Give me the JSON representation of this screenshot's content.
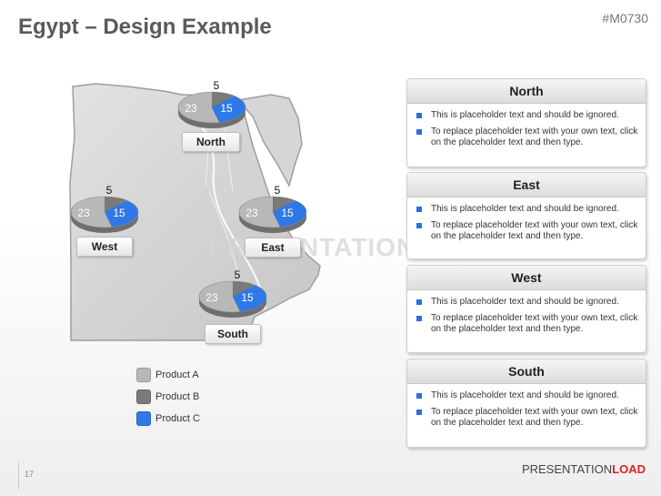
{
  "title": "Egypt – Design Example",
  "code": "#M0730",
  "watermark": "PRESENTATIONLOAD",
  "colors": {
    "product_a": "#b8b8b8",
    "product_b": "#7a7a7a",
    "product_c": "#2f78e8",
    "bullet": "#2e6fd8",
    "brand_accent": "#dd2222"
  },
  "map": {
    "regions": [
      {
        "name": "North",
        "product_a": "23",
        "product_b": "5",
        "product_c": "15"
      },
      {
        "name": "West",
        "product_a": "23",
        "product_b": "5",
        "product_c": "15"
      },
      {
        "name": "East",
        "product_a": "23",
        "product_b": "5",
        "product_c": "15"
      },
      {
        "name": "South",
        "product_a": "23",
        "product_b": "5",
        "product_c": "15"
      }
    ]
  },
  "legend": [
    {
      "label": "Product A"
    },
    {
      "label": "Product B"
    },
    {
      "label": "Product C"
    }
  ],
  "boxes": [
    {
      "title": "North",
      "bullets": [
        "This is placeholder text and should be ignored.",
        "To replace placeholder text with your own text, click on the placeholder text and then type."
      ]
    },
    {
      "title": "East",
      "bullets": [
        "This is placeholder text and should be ignored.",
        "To replace placeholder text with your own text, click on the placeholder text and then type."
      ]
    },
    {
      "title": "West",
      "bullets": [
        "This is placeholder text and should be ignored.",
        "To replace placeholder text with your own text, click on the placeholder text and then type."
      ]
    },
    {
      "title": "South",
      "bullets": [
        "This is placeholder text and should be ignored.",
        "To replace placeholder text with your own text, click on the placeholder text and then type."
      ]
    }
  ],
  "footer": {
    "page": "17",
    "brand_prefix": "PRESENTATION",
    "brand_suffix": "LOAD"
  }
}
